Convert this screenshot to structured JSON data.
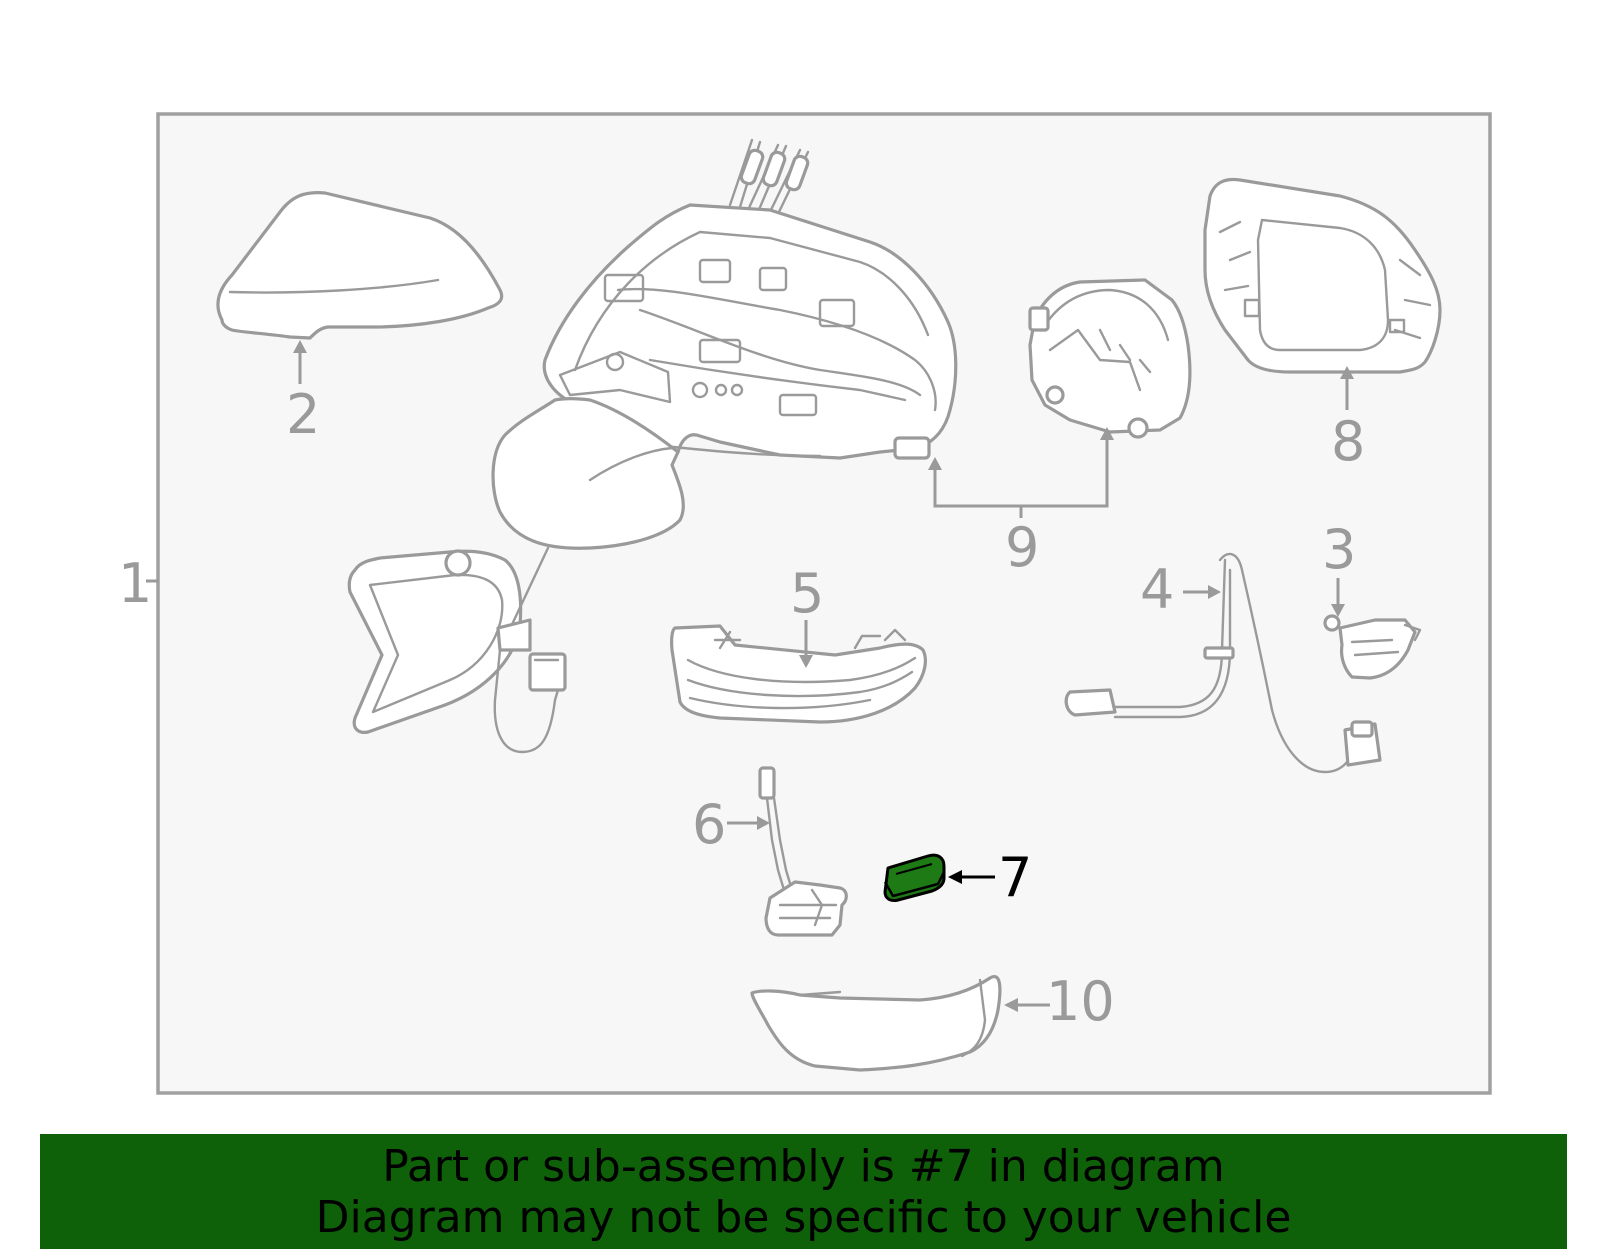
{
  "diagram": {
    "frame_background": "#f7f7f7",
    "line_color": "#9a9a9a",
    "highlight_color": "#1e7a14",
    "highlighted_part": "7",
    "callouts": [
      {
        "id": "1",
        "label": "1"
      },
      {
        "id": "2",
        "label": "2"
      },
      {
        "id": "3",
        "label": "3"
      },
      {
        "id": "4",
        "label": "4"
      },
      {
        "id": "5",
        "label": "5"
      },
      {
        "id": "6",
        "label": "6"
      },
      {
        "id": "7",
        "label": "7"
      },
      {
        "id": "8",
        "label": "8"
      },
      {
        "id": "9",
        "label": "9"
      },
      {
        "id": "10",
        "label": "10"
      }
    ]
  },
  "banner": {
    "line1": "Part or sub-assembly is #7 in diagram",
    "line2": "Diagram may not be specific to your vehicle",
    "background": "#0f6109"
  }
}
